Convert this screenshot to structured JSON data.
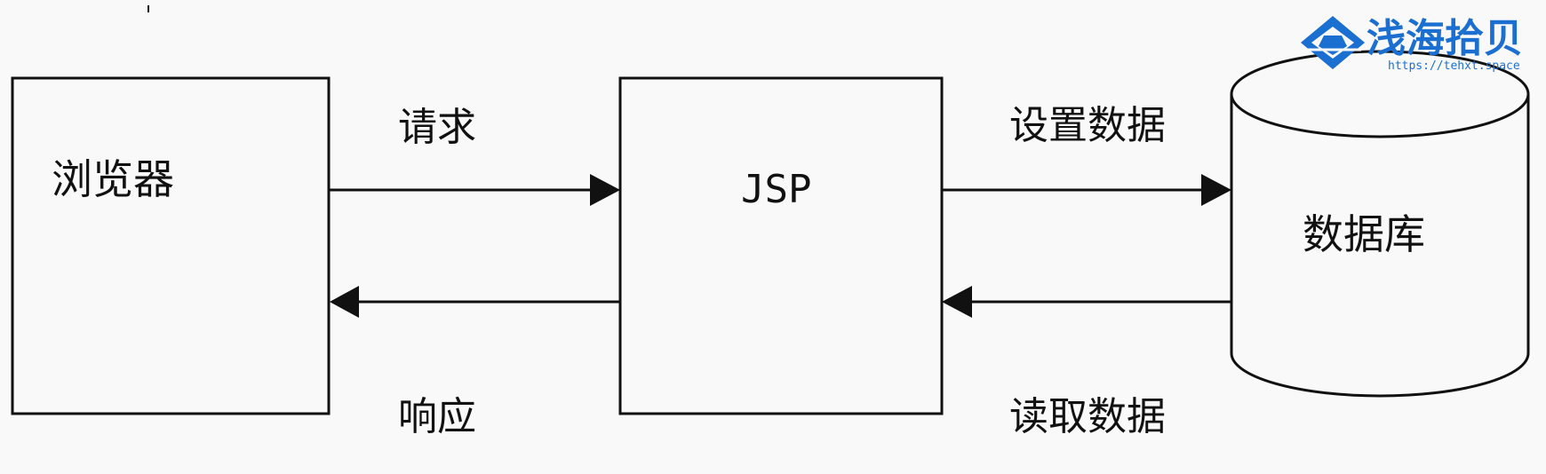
{
  "nodes": {
    "browser": {
      "label": "浏览器"
    },
    "jsp": {
      "label": "JSP"
    },
    "database": {
      "label": "数据库"
    }
  },
  "edges": {
    "request": {
      "label": "请求"
    },
    "response": {
      "label": "响应"
    },
    "set_data": {
      "label": "设置数据"
    },
    "read_data": {
      "label": "读取数据"
    }
  },
  "watermark": {
    "name": "浅海拾贝",
    "url": "https://tehxt.space",
    "color": "#1a6fd1"
  },
  "colors": {
    "stroke": "#111111",
    "background": "#f9f9f9"
  }
}
